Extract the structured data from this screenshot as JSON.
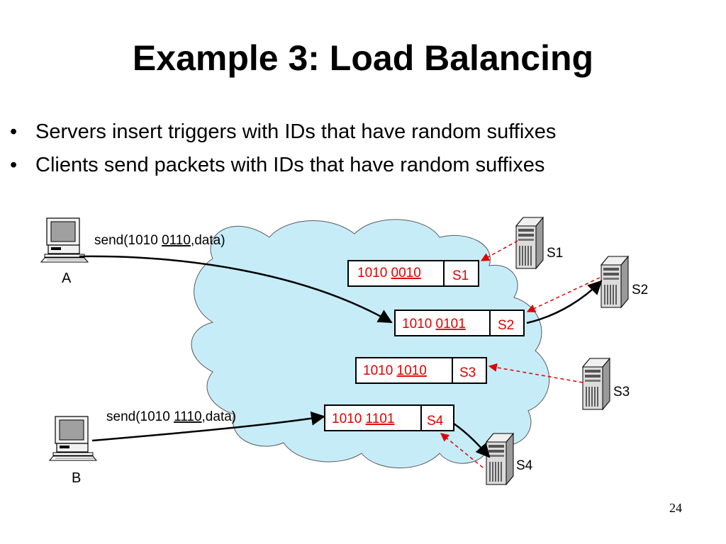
{
  "slide": {
    "title": "Example 3: Load Balancing",
    "bullets": [
      "Servers insert triggers with IDs that have random suffixes",
      "Clients send packets with IDs that have random suffixes"
    ],
    "page_number": "24"
  },
  "diagram": {
    "clients": [
      {
        "label": "A",
        "send_prefix": "send(1010 ",
        "send_id": "0110",
        "send_suffix": ",data)"
      },
      {
        "label": "B",
        "send_prefix": "send(1010 ",
        "send_id": "1110",
        "send_suffix": ",data)"
      }
    ],
    "triggers": [
      {
        "prefix": "1010 ",
        "suffix": "0010",
        "server": "S1"
      },
      {
        "prefix": "1010 ",
        "suffix": "0101",
        "server": "S2"
      },
      {
        "prefix": "1010 ",
        "suffix": "1010",
        "server": "S3"
      },
      {
        "prefix": "1010 ",
        "suffix": "1101",
        "server": "S4"
      }
    ],
    "servers": [
      "S1",
      "S2",
      "S3",
      "S4"
    ],
    "colors": {
      "cloud": "#c6ecf8",
      "trigger_text": "#e00000",
      "dashed_arrow": "#e00000",
      "arrow": "#000000"
    }
  }
}
